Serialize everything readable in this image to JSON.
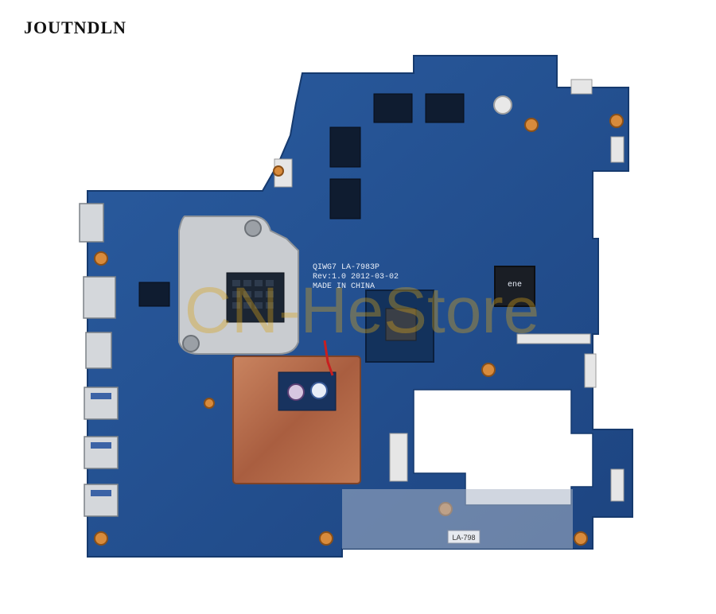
{
  "brand": "JOUTNDLN",
  "board": {
    "silkscreen": {
      "line1": "QIWG7 LA-7983P",
      "line2": "Rev:1.0 2012-03-02",
      "line3": "MADE IN CHINA"
    },
    "chip_logo": "ene",
    "sticker_label": "LA-798"
  },
  "watermark": "CN-HeStore",
  "colors": {
    "pcb": "#234f8f",
    "copper": "#b86f4e",
    "heatsink": "#c9ccd0",
    "background": "#ffffff",
    "watermark": "#d8a41a"
  }
}
